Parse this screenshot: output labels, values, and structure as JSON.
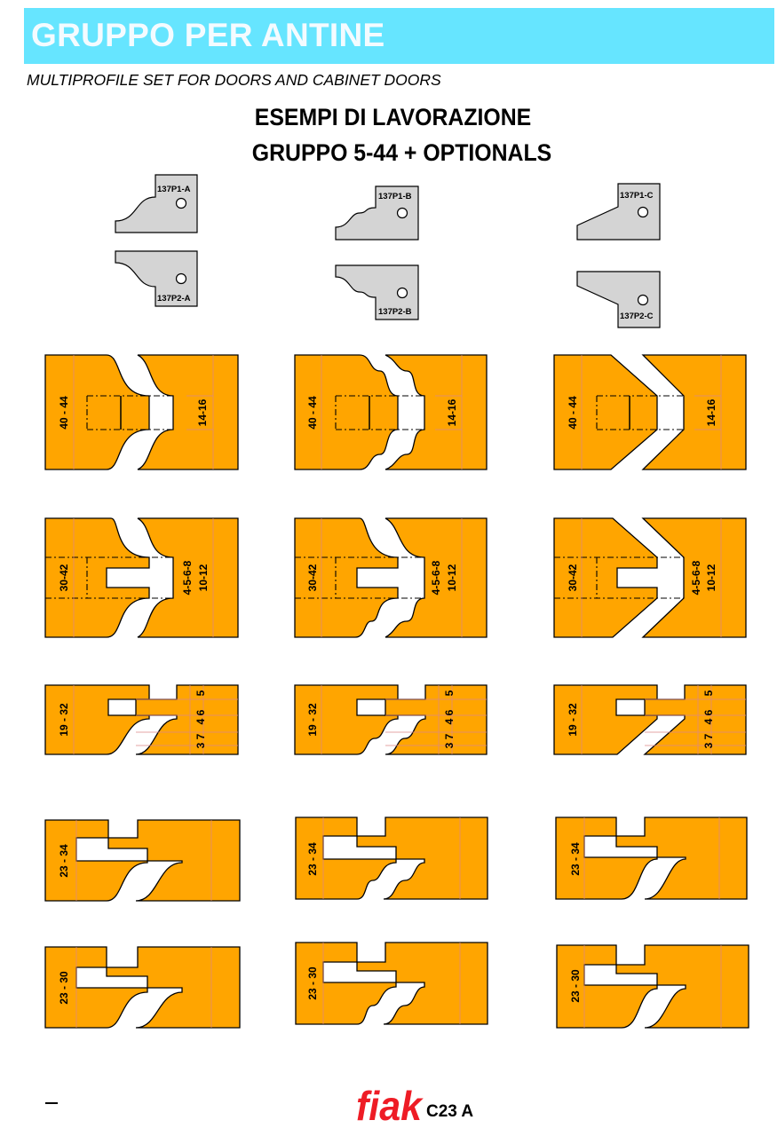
{
  "header": {
    "title": "GRUPPO PER ANTINE",
    "subtitle": "MULTIPROFILE SET FOR DOORS AND CABINET DOORS",
    "accent_color": "#66e5ff"
  },
  "section": {
    "title_line1": "ESEMPI DI LAVORAZIONE",
    "title_line2": "GRUPPO 5-44  +  OPTIONALS"
  },
  "knives": {
    "a": {
      "top": "137P1-A",
      "bottom": "137P2-A"
    },
    "b": {
      "top": "137P1-B",
      "bottom": "137P2-B"
    },
    "c": {
      "top": "137P1-C",
      "bottom": "137P2-C"
    }
  },
  "rows": {
    "row1": {
      "left": "40 - 44",
      "right": "14-16"
    },
    "row2": {
      "left": "30-42",
      "right_a": "4-5-6-8",
      "right_b": "10-12"
    },
    "row3": {
      "left": "19 - 32",
      "d1": "5",
      "d2": "4  6",
      "d3": "3  7"
    },
    "row4": {
      "left": "23 - 34"
    },
    "row5": {
      "left": "23 - 30"
    }
  },
  "colors": {
    "wood": "#ffa500",
    "blade": "#d4d4d4"
  },
  "footer": {
    "brand": "fiak",
    "brand_color": "#ee1c25",
    "page_code": "C23 A"
  }
}
